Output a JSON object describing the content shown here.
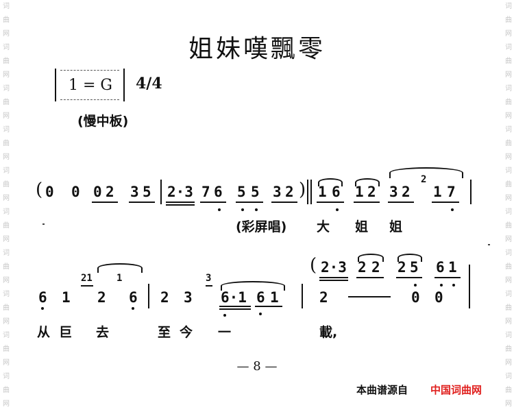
{
  "watermark": [
    "词",
    "曲",
    "网"
  ],
  "title": "姐妹嘆飄零",
  "key": "1 = G",
  "time_signature": "4/4",
  "tempo": "(慢中板)",
  "line1": {
    "open_paren": "(",
    "m1": [
      "0",
      "0",
      "0",
      "2",
      "3",
      "5"
    ],
    "m2": [
      "2·3",
      "7",
      "6",
      "5",
      "5",
      "3",
      "2"
    ],
    "close_paren": ")",
    "m3": [
      "1",
      "6",
      "1",
      "2",
      "3",
      "2",
      "1",
      "7"
    ],
    "grace": "2",
    "singer": "(彩屏唱)",
    "lyrics": [
      "大",
      "姐",
      "姐"
    ]
  },
  "line2": {
    "m1": [
      "6",
      "1",
      "2",
      "6"
    ],
    "grace_a": "21",
    "grace_b": "1",
    "m2": [
      "2",
      "3",
      "6·1",
      "6",
      "1"
    ],
    "grace_c": "3",
    "m3": [
      "2",
      "—",
      "0",
      "0"
    ],
    "upper_open_paren": "(",
    "upper": [
      "2·3",
      "2",
      "2",
      "2",
      "5",
      "6",
      "1"
    ],
    "lyrics": [
      "从",
      "巨",
      "去",
      "至",
      "今",
      "一",
      "載,"
    ]
  },
  "page_number": "— 8 —",
  "footer": {
    "source_label": "本曲谱源自",
    "site_name": "中国词曲网"
  }
}
